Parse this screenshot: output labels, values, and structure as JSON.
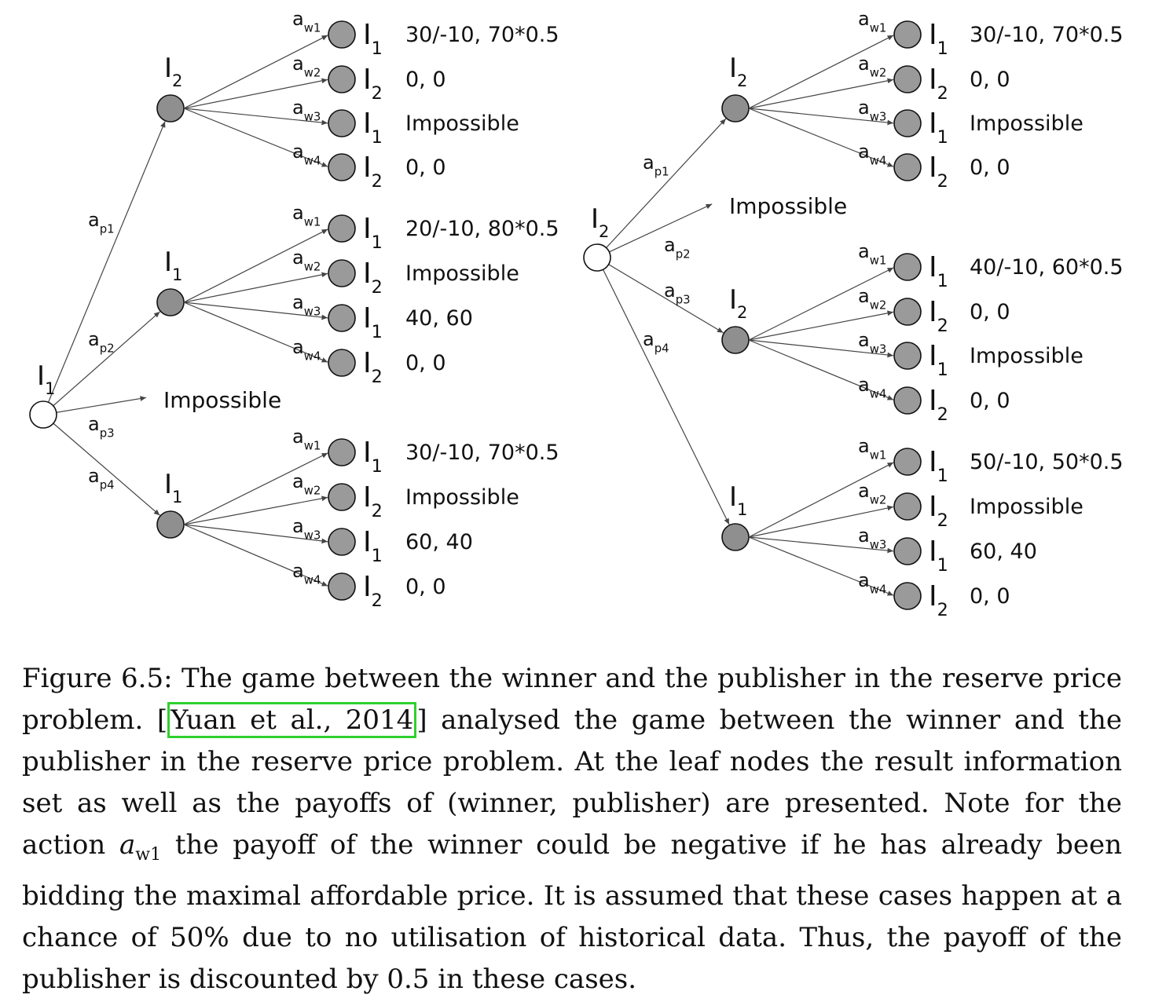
{
  "trees": [
    {
      "root": {
        "info": "I",
        "info_sub": "1"
      },
      "branches": [
        {
          "action": "a",
          "action_sub": "p1",
          "color": "#111111",
          "child": "I",
          "child_sub": "2",
          "leaves": [
            {
              "action": "a",
              "action_sub": "w1",
              "color": "#111111",
              "info": "I",
              "info_sub": "1",
              "payoff": "30/-10, 70*0.5",
              "payoff_color": "#111111"
            },
            {
              "action": "a",
              "action_sub": "w2",
              "color": "#111111",
              "info": "I",
              "info_sub": "2",
              "payoff": "0, 0",
              "payoff_color": "#111111"
            },
            {
              "action": "a",
              "action_sub": "w3",
              "color": "#111111",
              "info": "I",
              "info_sub": "1",
              "payoff": "Impossible",
              "payoff_color": "#111111"
            },
            {
              "action": "a",
              "action_sub": "w4",
              "color": "#111111",
              "info": "I",
              "info_sub": "2",
              "payoff": "0, 0",
              "payoff_color": "#111111"
            }
          ]
        },
        {
          "action": "a",
          "action_sub": "p2",
          "color": "#e0141a",
          "child": "I",
          "child_sub": "1",
          "leaves": [
            {
              "action": "a",
              "action_sub": "w1",
              "color": "#111111",
              "info": "I",
              "info_sub": "1",
              "payoff": "20/-10, 80*0.5",
              "payoff_color": "#111111"
            },
            {
              "action": "a",
              "action_sub": "w2",
              "color": "#111111",
              "info": "I",
              "info_sub": "2",
              "payoff": "Impossible",
              "payoff_color": "#111111"
            },
            {
              "action": "a",
              "action_sub": "w3",
              "color": "#1a1ae6",
              "info": "I",
              "info_sub": "1",
              "payoff": "40, 60",
              "payoff_color": "#e0141a"
            },
            {
              "action": "a",
              "action_sub": "w4",
              "color": "#111111",
              "info": "I",
              "info_sub": "2",
              "payoff": "0, 0",
              "payoff_color": "#111111"
            }
          ]
        },
        {
          "action": "a",
          "action_sub": "p3",
          "color": "#111111",
          "impossible": "Impossible"
        },
        {
          "action": "a",
          "action_sub": "p4",
          "color": "#111111",
          "child": "I",
          "child_sub": "1",
          "leaves": [
            {
              "action": "a",
              "action_sub": "w1",
              "color": "#111111",
              "info": "I",
              "info_sub": "1",
              "payoff": "30/-10, 70*0.5",
              "payoff_color": "#111111"
            },
            {
              "action": "a",
              "action_sub": "w2",
              "color": "#111111",
              "info": "I",
              "info_sub": "2",
              "payoff": "Impossible",
              "payoff_color": "#111111"
            },
            {
              "action": "a",
              "action_sub": "w3",
              "color": "#111111",
              "info": "I",
              "info_sub": "1",
              "payoff": "60, 40",
              "payoff_color": "#111111"
            },
            {
              "action": "a",
              "action_sub": "w4",
              "color": "#111111",
              "info": "I",
              "info_sub": "2",
              "payoff": "0, 0",
              "payoff_color": "#111111"
            }
          ]
        }
      ]
    },
    {
      "root": {
        "info": "I",
        "info_sub": "2"
      },
      "branches": [
        {
          "action": "a",
          "action_sub": "p1",
          "color": "#111111",
          "child": "I",
          "child_sub": "2",
          "leaves": [
            {
              "action": "a",
              "action_sub": "w1",
              "color": "#111111",
              "info": "I",
              "info_sub": "1",
              "payoff": "30/-10, 70*0.5",
              "payoff_color": "#111111"
            },
            {
              "action": "a",
              "action_sub": "w2",
              "color": "#111111",
              "info": "I",
              "info_sub": "2",
              "payoff": "0, 0",
              "payoff_color": "#111111"
            },
            {
              "action": "a",
              "action_sub": "w3",
              "color": "#111111",
              "info": "I",
              "info_sub": "1",
              "payoff": "Impossible",
              "payoff_color": "#111111"
            },
            {
              "action": "a",
              "action_sub": "w4",
              "color": "#111111",
              "info": "I",
              "info_sub": "2",
              "payoff": "0, 0",
              "payoff_color": "#111111"
            }
          ]
        },
        {
          "action": "a",
          "action_sub": "p2",
          "color": "#111111",
          "impossible": "Impossible"
        },
        {
          "action": "a",
          "action_sub": "p3",
          "color": "#111111",
          "child": "I",
          "child_sub": "2",
          "leaves": [
            {
              "action": "a",
              "action_sub": "w1",
              "color": "#111111",
              "info": "I",
              "info_sub": "1",
              "payoff": "40/-10, 60*0.5",
              "payoff_color": "#111111"
            },
            {
              "action": "a",
              "action_sub": "w2",
              "color": "#111111",
              "info": "I",
              "info_sub": "2",
              "payoff": "0, 0",
              "payoff_color": "#111111"
            },
            {
              "action": "a",
              "action_sub": "w3",
              "color": "#111111",
              "info": "I",
              "info_sub": "1",
              "payoff": "Impossible",
              "payoff_color": "#111111"
            },
            {
              "action": "a",
              "action_sub": "w4",
              "color": "#111111",
              "info": "I",
              "info_sub": "2",
              "payoff": "0, 0",
              "payoff_color": "#111111"
            }
          ]
        },
        {
          "action": "a",
          "action_sub": "p4",
          "color": "#e0141a",
          "child": "I",
          "child_sub": "1",
          "leaves": [
            {
              "action": "a",
              "action_sub": "w1",
              "color": "#111111",
              "info": "I",
              "info_sub": "1",
              "payoff": "50/-10, 50*0.5",
              "payoff_color": "#111111"
            },
            {
              "action": "a",
              "action_sub": "w2",
              "color": "#111111",
              "info": "I",
              "info_sub": "2",
              "payoff": "Impossible",
              "payoff_color": "#111111"
            },
            {
              "action": "a",
              "action_sub": "w3",
              "color": "#1a1ae6",
              "info": "I",
              "info_sub": "1",
              "payoff": "60, 40",
              "payoff_color": "#e0141a"
            },
            {
              "action": "a",
              "action_sub": "w4",
              "color": "#111111",
              "info": "I",
              "info_sub": "2",
              "payoff": "0, 0",
              "payoff_color": "#111111"
            }
          ]
        }
      ]
    }
  ],
  "caption": {
    "prefix": "Figure 6.5: The game between the winner and the publisher in the reserve price problem. ",
    "citation": "Yuan et al., 2014",
    "middle": " analysed the game between the winner and the publisher in the reserve price problem. At the leaf nodes the result information set as well as the payoffs of (winner, publisher) are presented. Note for the action ",
    "math_var": "a",
    "math_sub": "w1",
    "suffix": " the payoff of the winner could be negative if he has already been bidding the maximal affordable price. It is assumed that these cases happen at a chance of 50% due to no utilisation of historical data. Thus, the payoff of the publisher is discounted by 0.5 in these cases.",
    "citation_box_color": "#2ed12e"
  }
}
